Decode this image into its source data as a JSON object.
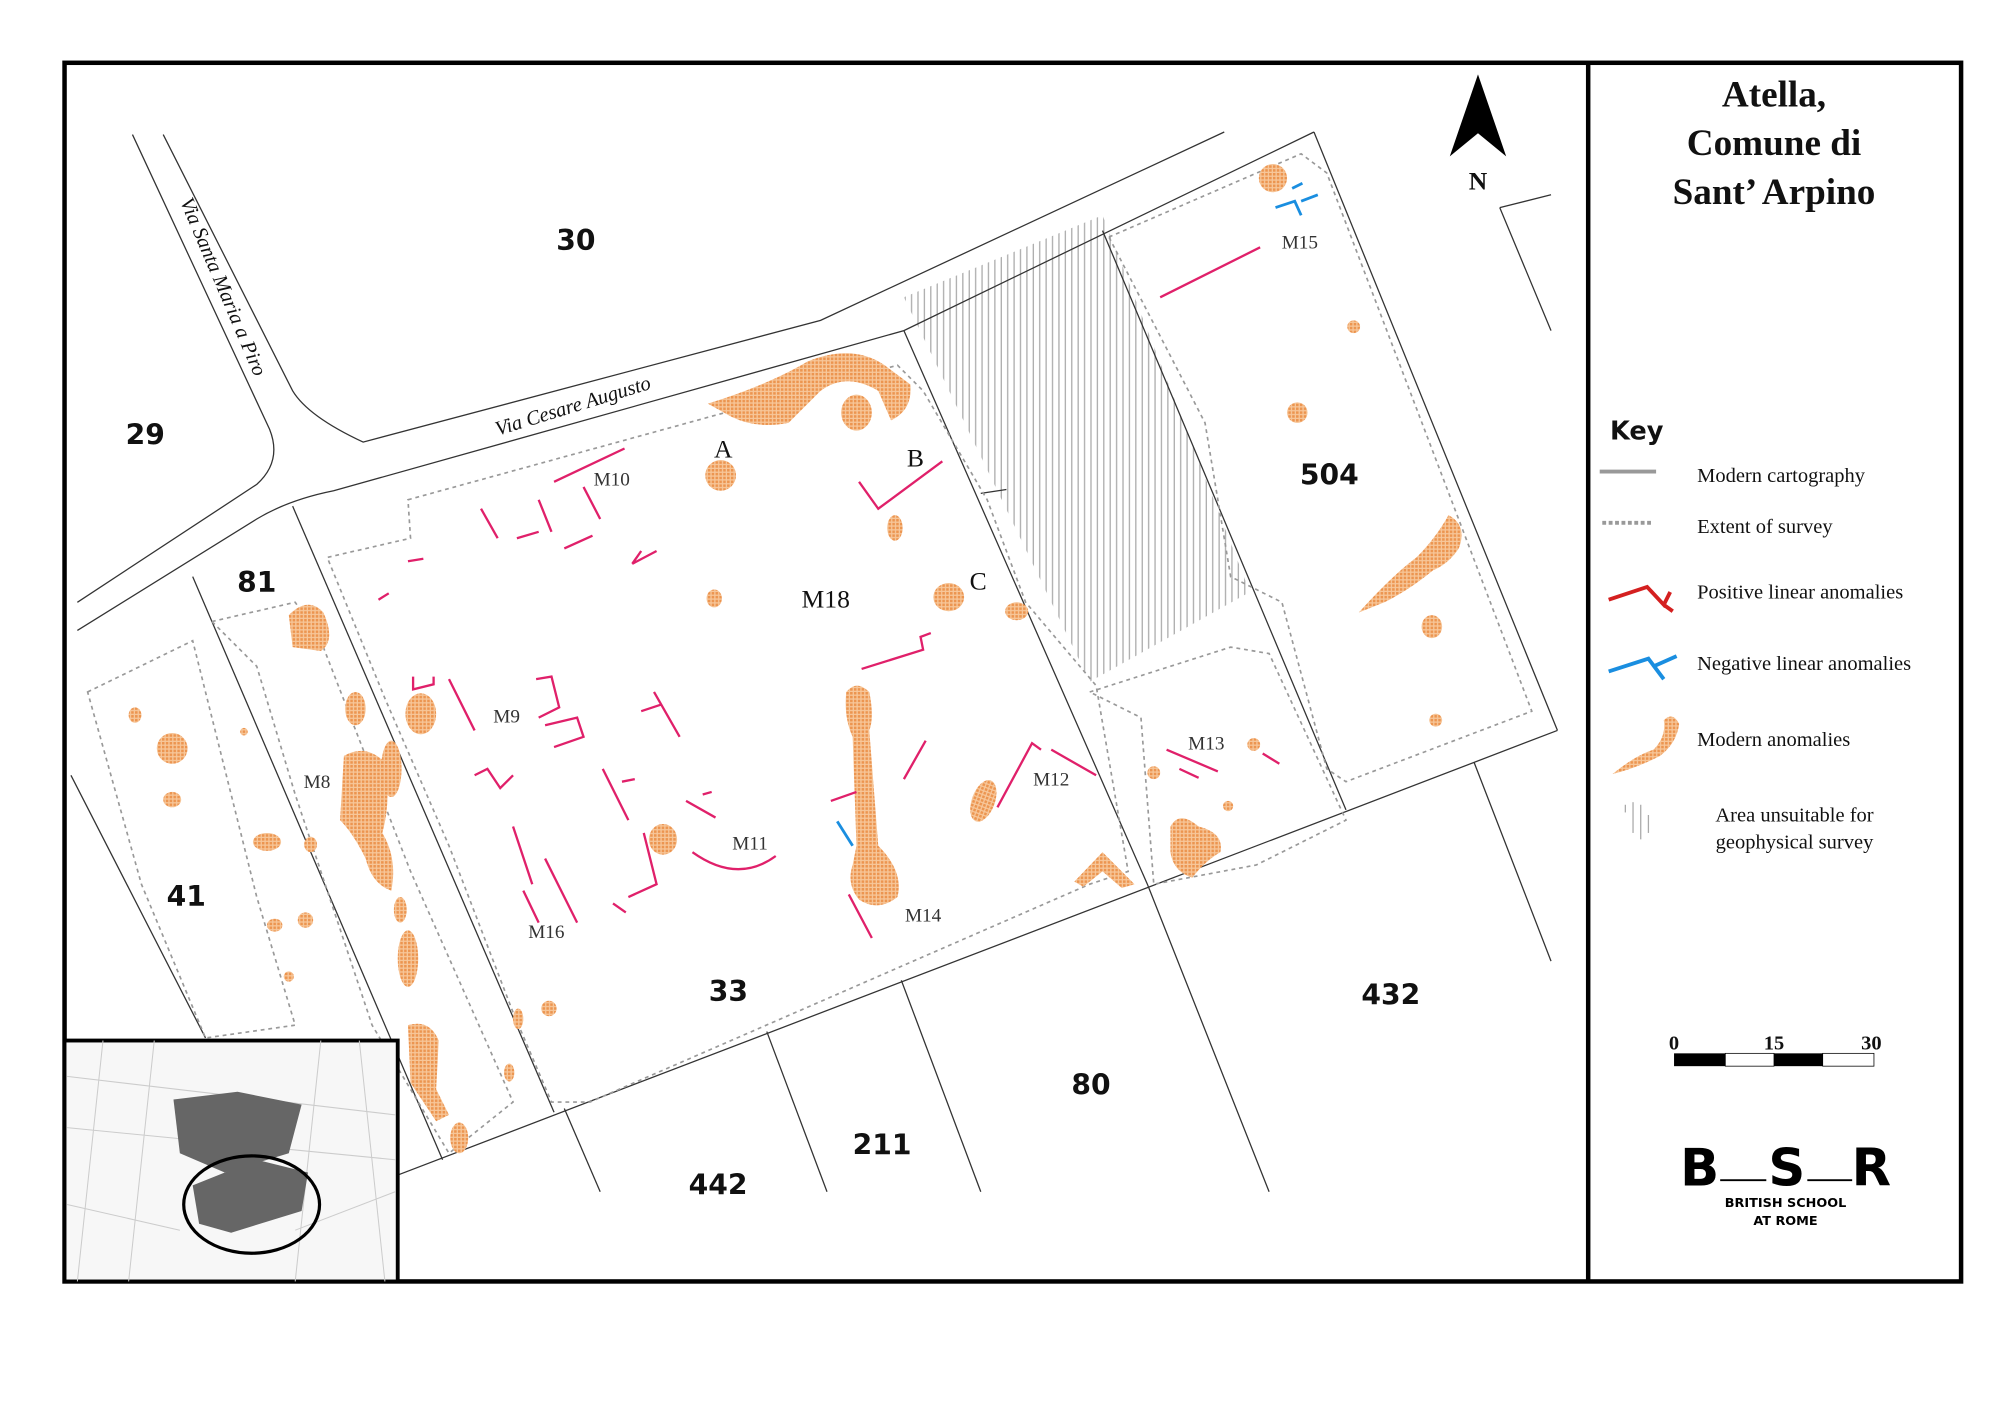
{
  "title": {
    "line1": "Atella,",
    "line2": "Comune di",
    "line3": "Sant’ Arpino"
  },
  "north_label": "N",
  "roads": {
    "santa_maria": "Via Santa Maria a Piro",
    "cesare_augusto": "Via Cesare Augusto"
  },
  "parcels": [
    "30",
    "29",
    "81",
    "41",
    "33",
    "504",
    "432",
    "80",
    "211",
    "442"
  ],
  "anomaly_labels": {
    "A": "A",
    "B": "B",
    "C": "C",
    "M8": "M8",
    "M9": "M9",
    "M10": "M10",
    "M11": "M11",
    "M12": "M12",
    "M13": "M13",
    "M14": "M14",
    "M15": "M15",
    "M16": "M16",
    "M18": "M18"
  },
  "key": {
    "heading": "Key",
    "items": [
      {
        "label": "Modern cartography"
      },
      {
        "label": "Extent of survey"
      },
      {
        "label": "Positive linear anomalies",
        "color": "#d42020"
      },
      {
        "label": "Negative linear anomalies",
        "color": "#1a8ee0"
      },
      {
        "label": "Modern anomalies",
        "color": "#f0a060"
      },
      {
        "label_line1": "Area unsuitable for",
        "label_line2": "geophysical survey"
      }
    ]
  },
  "scale_bar": {
    "ticks": [
      "0",
      "15",
      "30"
    ]
  },
  "logo": {
    "letters": "B S R",
    "line1": "BRITISH SCHOOL",
    "line2": "AT ROME"
  },
  "colors": {
    "positive": "#e0206a",
    "negative": "#1a8ee0",
    "modern": "#f0a060"
  }
}
